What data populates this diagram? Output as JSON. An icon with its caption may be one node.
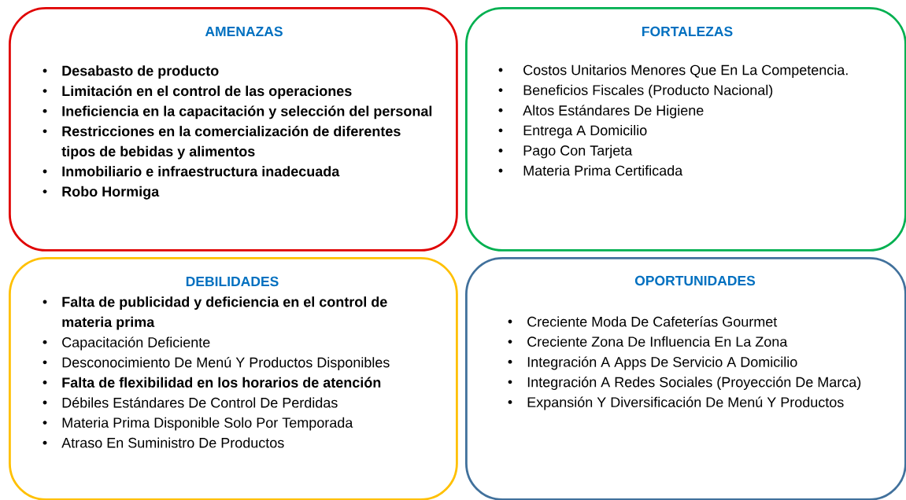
{
  "diagram": {
    "nodes": [
      {
        "text": [
          "AMENAZAS",
          "Desabasto de producto",
          "Limitación en el control de las operaciones",
          "Ineficiencia en la capacitación y selección del personal",
          "Restricciones en la comercialización de diferentes tipos de bebidas y alimentos",
          "Inmobiliario e infraestructura inadecuada",
          "Robo Hormiga"
        ]
      },
      {
        "text": [
          "FORTALEZAS",
          "Costos Unitarios Menores Que En La Competencia.",
          "Beneficios Fiscales (Producto Nacional)",
          "Altos Estándares De Higiene",
          "Entrega A Domicilio",
          "Pago Con Tarjeta",
          "Materia Prima Certificada"
        ]
      },
      {
        "text": [
          "DEBILIDADES",
          "Falta de publicidad y deficiencia en el control de materia prima",
          "Capacitación Deficiente",
          "Desconocimiento De Menú Y Productos Disponibles",
          "Falta de flexibilidad en los horarios de atención",
          "Débiles Estándares De Control De Perdidas",
          "Materia Prima Disponible Solo Por Temporada",
          "Atraso En Suministro De Productos"
        ]
      },
      {
        "text": [
          "OPORTUNIDADES",
          "Creciente Moda De Cafeterías Gourmet",
          "Creciente Zona De Influencia En La Zona",
          "Integración A Apps De Servicio A Domicilio",
          "Integración A Redes Sociales (Proyección De Marca)",
          "Expansión Y Diversificación De Menú Y Productos"
        ]
      }
    ]
  }
}
